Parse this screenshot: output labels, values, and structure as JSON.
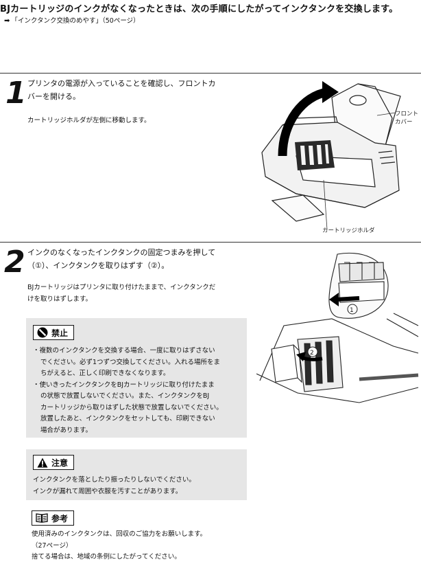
{
  "header": {
    "title": "BJカートリッジのインクがなくなったときは、次の手順にしたがってインクタンクを交換します。",
    "ref_text": "「インクタンク交換のめやす」（50ページ）"
  },
  "step1": {
    "number": "1",
    "title_line1": "プリンタの電源が入っていることを確認し、フロントカ",
    "title_line2": "バーを開ける。",
    "note": "カートリッジホルダが左側に移動します。",
    "callout_front_line1": "フロント",
    "callout_front_line2": "カバー",
    "callout_holder": "カートリッジホルダ"
  },
  "step2": {
    "number": "2",
    "title_line1": "インクのなくなったインクタンクの固定つまみを押して",
    "title_line2": "（①）、インクタンクを取りはずす（②）。",
    "note_line1": "BJカートリッジはプリンタに取り付けたままで、インクタンクだ",
    "note_line2": "けを取りはずします。",
    "diagram_label_1": "1",
    "diagram_label_2": "2"
  },
  "prohibited": {
    "label": "禁止",
    "b1_l1": "・複数のインクタンクを交換する場合、一度に取りはずさない",
    "b1_l2": "でください。必ず1つずつ交換してください。入れる場所をま",
    "b1_l3": "ちがえると、正しく印刷できなくなります。",
    "b2_l1": "・使いきったインクタンクをBJカートリッジに取り付けたまま",
    "b2_l2": "の状態で放置しないでください。また、インクタンクをBJ",
    "b2_l3": "カートリッジから取りはずした状態で放置しないでください。",
    "b2_l4": "放置したあと、インクタンクをセットしても、印刷できない",
    "b2_l5": "場合があります。"
  },
  "caution": {
    "label": "注意",
    "line1": "インクタンクを落としたり振ったりしないでください。",
    "line2": "インクが漏れて周囲や衣服を汚すことがあります。"
  },
  "reference": {
    "label": "参考",
    "line1": "使用済みのインクタンクは、回収のご協力をお願いします。",
    "line2": "（27ページ）",
    "line3": "捨てる場合は、地域の条例にしたがってください。"
  },
  "icons": {
    "ref_arrow": "right-arrow-icon",
    "prohibited": "no-entry-icon",
    "caution": "warning-triangle-icon",
    "reference": "book-icon"
  }
}
